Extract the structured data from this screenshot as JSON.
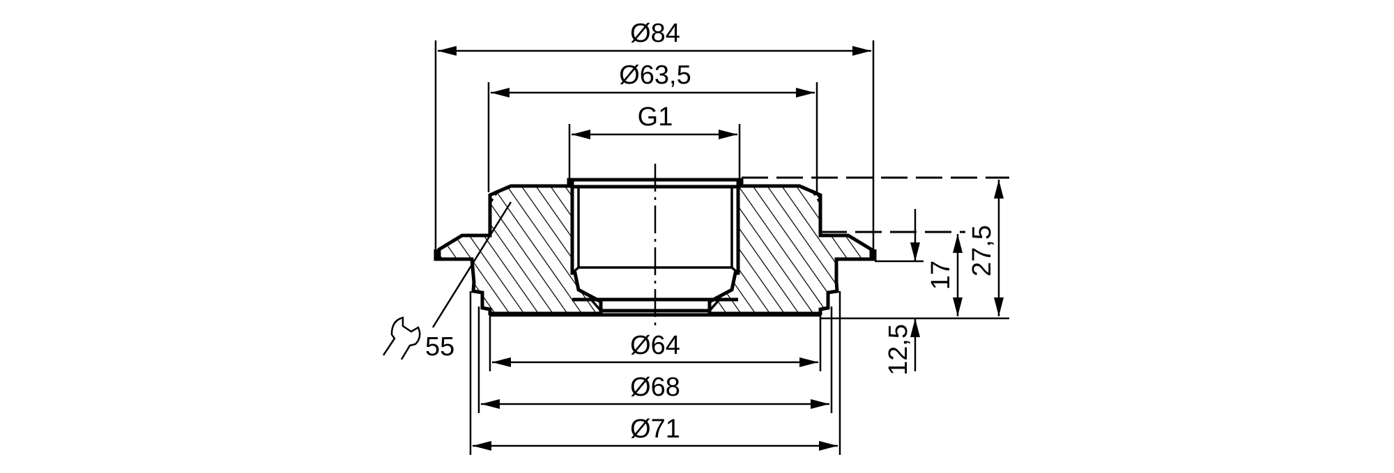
{
  "drawing": {
    "title": "Adapter sectional view with dimensions",
    "units": "mm",
    "line_color": "#000000",
    "background": "#ffffff",
    "dimensions": {
      "diameter_84": "Ø84",
      "diameter_63_5": "Ø63,5",
      "thread": "G1",
      "diameter_64": "Ø64",
      "diameter_68": "Ø68",
      "diameter_71": "Ø71",
      "height_17": "17",
      "height_27_5": "27,5",
      "height_12_5": "12,5",
      "wrench_size": "55"
    },
    "symbols": {
      "wrench": "wrench-icon"
    }
  }
}
